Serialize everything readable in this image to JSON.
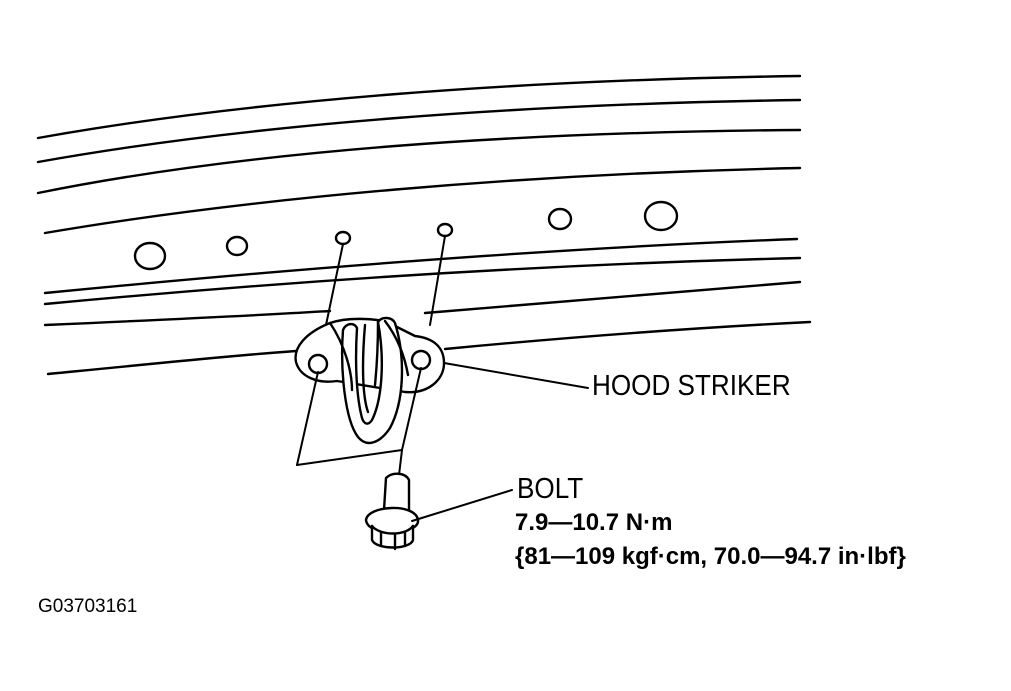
{
  "diagram": {
    "labels": {
      "hood_striker": "HOOD STRIKER",
      "bolt": "BOLT",
      "torque_nm": "7.9—10.7 N·m",
      "torque_alt": "{81—109 kgf·cm, 70.0—94.7 in·lbf}"
    },
    "figure_code": "G03703161",
    "colors": {
      "line": "#000000",
      "background": "#ffffff"
    }
  }
}
